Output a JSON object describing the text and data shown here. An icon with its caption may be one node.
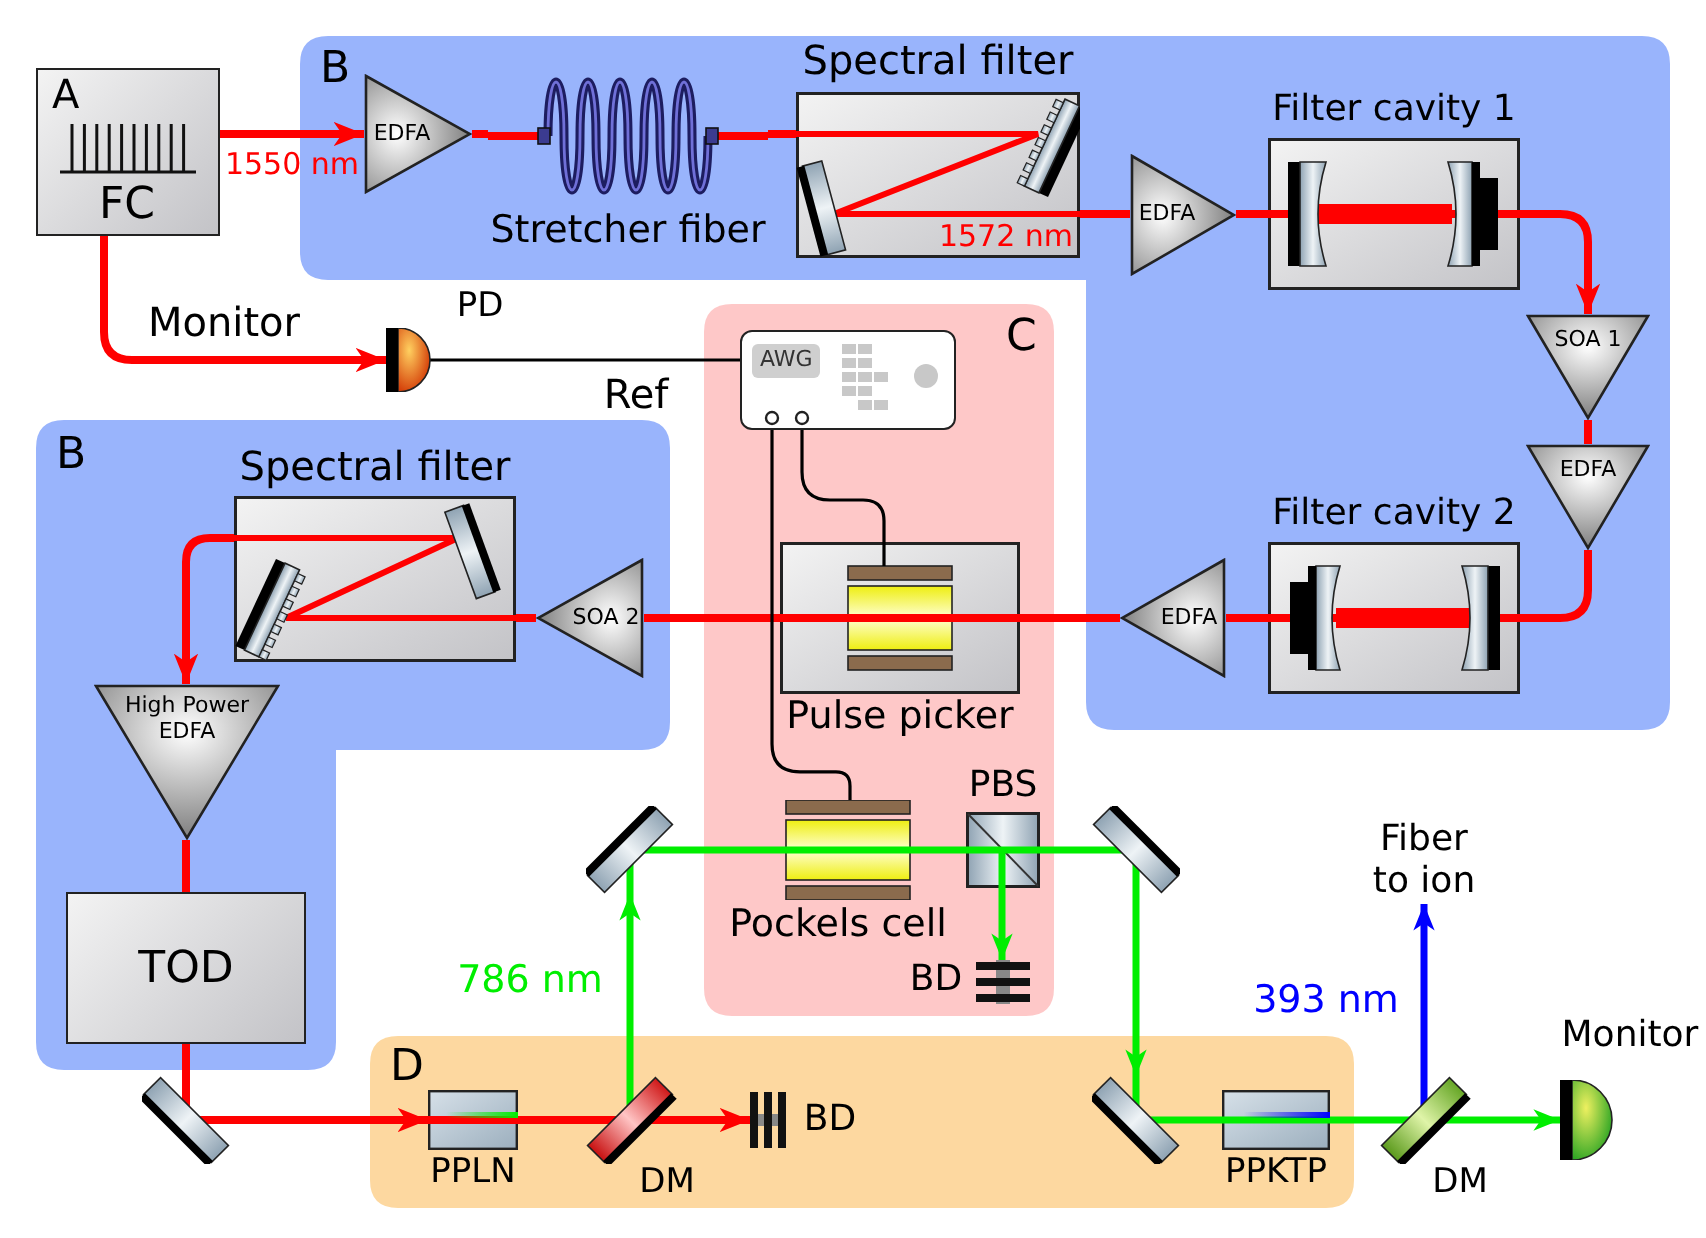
{
  "diagram": {
    "nodes": [
      {
        "text": [
          "A",
          "FC"
        ]
      },
      {
        "text": [
          "B"
        ]
      },
      {
        "text": [
          "EDFA"
        ],
        "in": 1
      },
      {
        "text": [
          "Stretcher fiber"
        ],
        "in": 1
      },
      {
        "text": [
          "Spectral filter"
        ],
        "in": 1
      },
      {
        "text": [
          "EDFA"
        ],
        "in": 1
      },
      {
        "text": [
          "Filter cavity 1"
        ],
        "in": 1
      },
      {
        "text": [
          "SOA 1"
        ],
        "in": 1
      },
      {
        "text": [
          "EDFA"
        ],
        "in": 1
      },
      {
        "text": [
          "Filter cavity 2"
        ],
        "in": 1
      },
      {
        "text": [
          "EDFA"
        ],
        "in": 1
      },
      {
        "text": [
          "PD"
        ]
      },
      {
        "text": [
          "C"
        ]
      },
      {
        "text": [
          "AWG"
        ],
        "in": 12
      },
      {
        "text": [
          "Pulse picker"
        ],
        "in": 12
      },
      {
        "text": [
          "Pockels cell"
        ],
        "in": 12
      },
      {
        "text": [
          "PBS"
        ],
        "in": 12
      },
      {
        "text": [
          "BD"
        ],
        "in": 12
      },
      {
        "text": [
          "B"
        ]
      },
      {
        "text": [
          "Spectral filter"
        ],
        "in": 18
      },
      {
        "text": [
          "SOA 2"
        ],
        "in": 18
      },
      {
        "text": [
          "High Power EDFA"
        ],
        "in": 18
      },
      {
        "text": [
          "TOD"
        ],
        "in": 18
      },
      {
        "text": [],
        "shape": "bar"
      },
      {
        "text": [],
        "shape": "bar"
      },
      {
        "text": [],
        "shape": "bar"
      },
      {
        "text": [
          "D"
        ]
      },
      {
        "text": [
          "PPLN"
        ],
        "in": 26
      },
      {
        "text": [
          "DM"
        ],
        "in": 26
      },
      {
        "text": [
          "BD"
        ],
        "in": 26
      },
      {
        "text": [],
        "shape": "bar",
        "in": 26
      },
      {
        "text": [
          "PPKTP"
        ],
        "in": 26
      },
      {
        "text": [
          "DM"
        ]
      },
      {
        "text": [
          "Fiber to ion"
        ]
      },
      {
        "text": [
          "Monitor"
        ]
      }
    ],
    "edges": [
      {
        "from": 0,
        "to": 2,
        "arrow": "to",
        "label": "1550 nm"
      },
      {
        "from": 0,
        "to": 11,
        "arrow": "to",
        "label": "Monitor"
      },
      {
        "from": 2,
        "to": 3,
        "arrow": "none"
      },
      {
        "from": 3,
        "to": 4,
        "arrow": "none"
      },
      {
        "from": 4,
        "to": 5,
        "arrow": "none",
        "label": "1572 nm"
      },
      {
        "from": 5,
        "to": 6,
        "arrow": "none"
      },
      {
        "from": 6,
        "to": 7,
        "arrow": "to"
      },
      {
        "from": 7,
        "to": 8,
        "arrow": "none"
      },
      {
        "from": 8,
        "to": 9,
        "arrow": "none"
      },
      {
        "from": 9,
        "to": 10,
        "arrow": "none"
      },
      {
        "from": 10,
        "to": 14,
        "arrow": "none"
      },
      {
        "from": 14,
        "to": 20,
        "arrow": "none"
      },
      {
        "from": 20,
        "to": 19,
        "arrow": "none"
      },
      {
        "from": 19,
        "to": 21,
        "arrow": "to"
      },
      {
        "from": 21,
        "to": 22,
        "arrow": "none"
      },
      {
        "from": 22,
        "to": 23,
        "arrow": "none"
      },
      {
        "from": 23,
        "to": 27,
        "arrow": "to"
      },
      {
        "from": 27,
        "to": 28,
        "arrow": "none"
      },
      {
        "from": 28,
        "to": 29,
        "arrow": "to"
      },
      {
        "from": 28,
        "to": 24,
        "arrow": "to",
        "label": "786 nm",
        "color": "#00ee00"
      },
      {
        "from": 24,
        "to": 15,
        "arrow": "none",
        "color": "#00ee00"
      },
      {
        "from": 15,
        "to": 16,
        "arrow": "none",
        "color": "#00ee00"
      },
      {
        "from": 16,
        "to": 17,
        "arrow": "to",
        "color": "#00ee00"
      },
      {
        "from": 16,
        "to": 25,
        "arrow": "none",
        "color": "#00ee00"
      },
      {
        "from": 25,
        "to": 30,
        "arrow": "to",
        "color": "#00ee00"
      },
      {
        "from": 30,
        "to": 31,
        "arrow": "none",
        "color": "#00ee00"
      },
      {
        "from": 31,
        "to": 32,
        "arrow": "none",
        "color": "#00ee00"
      },
      {
        "from": 32,
        "to": 33,
        "arrow": "to",
        "label": "393 nm",
        "color": "#0000ff"
      },
      {
        "from": 32,
        "to": 34,
        "arrow": "to",
        "color": "#00ee00"
      },
      {
        "from": 11,
        "to": 13,
        "arrow": "none",
        "label": "Ref",
        "color": "#000000"
      },
      {
        "from": 13,
        "to": 14,
        "arrow": "none",
        "color": "#000000"
      },
      {
        "from": 13,
        "to": 15,
        "arrow": "none",
        "color": "#000000"
      }
    ]
  }
}
